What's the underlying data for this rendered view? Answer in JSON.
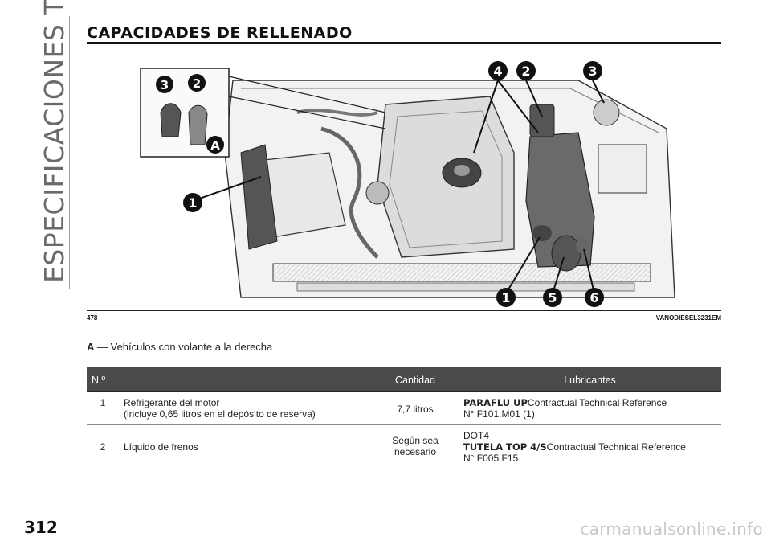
{
  "side_title": "ESPECIFICACIONES TÉCNICAS",
  "section_title": "CAPACIDADES DE RELLENADO",
  "figure": {
    "number": "478",
    "code": "VANODIESEL3231EM",
    "callouts": [
      "1",
      "2",
      "3",
      "4",
      "5",
      "6",
      "1",
      "2",
      "3",
      "A"
    ]
  },
  "note": {
    "letter": "A",
    "text": " — Vehículos con volante a la derecha"
  },
  "table": {
    "headers": {
      "number": "N.º",
      "description": "",
      "quantity": "Cantidad",
      "lubricants": "Lubricantes"
    },
    "rows": [
      {
        "number": "1",
        "description_line1": "Refrigerante del motor",
        "description_line2": "(incluye 0,65 litros en el depósito de reserva)",
        "quantity": "7,7 litros",
        "lub_brand": "PARAFLU UP",
        "lub_rest1": "Contractual Technical Reference",
        "lub_line2": "N° F101.M01 (1)"
      },
      {
        "number": "2",
        "description_line1": "Líquido de frenos",
        "quantity_line1": "Según sea",
        "quantity_line2": "necesario",
        "lub_line0": "DOT4",
        "lub_brand": "TUTELA TOP 4/S",
        "lub_rest1": "Contractual Technical Reference",
        "lub_line2": "N° F005.F15"
      }
    ]
  },
  "page_number": "312",
  "watermark": "carmanualsonline.info"
}
